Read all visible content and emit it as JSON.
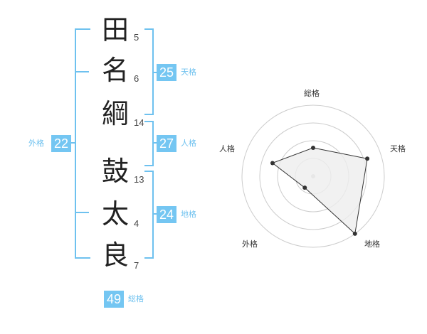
{
  "name": {
    "chars": [
      {
        "char": "田",
        "strokes": "5"
      },
      {
        "char": "名",
        "strokes": "6"
      },
      {
        "char": "綱",
        "strokes": "14"
      },
      {
        "char": "鼓",
        "strokes": "13"
      },
      {
        "char": "太",
        "strokes": "4"
      },
      {
        "char": "良",
        "strokes": "7"
      }
    ]
  },
  "kaku": {
    "tenkaku": {
      "value": "25",
      "label": "天格"
    },
    "jinkaku": {
      "value": "27",
      "label": "人格"
    },
    "chikaku": {
      "value": "24",
      "label": "地格"
    },
    "gaikaku": {
      "value": "22",
      "label": "外格"
    },
    "soukaku": {
      "value": "49",
      "label": "総格"
    }
  },
  "chart_data": {
    "type": "radar",
    "axes": [
      "総格",
      "天格",
      "地格",
      "外格",
      "人格"
    ],
    "values": [
      2,
      4,
      5,
      1,
      3
    ],
    "rmax": 5,
    "grid_rings": 4,
    "colors": {
      "fill": "#eeeeee",
      "line": "#333333",
      "grid": "#cccccc"
    }
  },
  "colors": {
    "accent": "#74c6f2",
    "bracket": "#6ec1ef"
  }
}
